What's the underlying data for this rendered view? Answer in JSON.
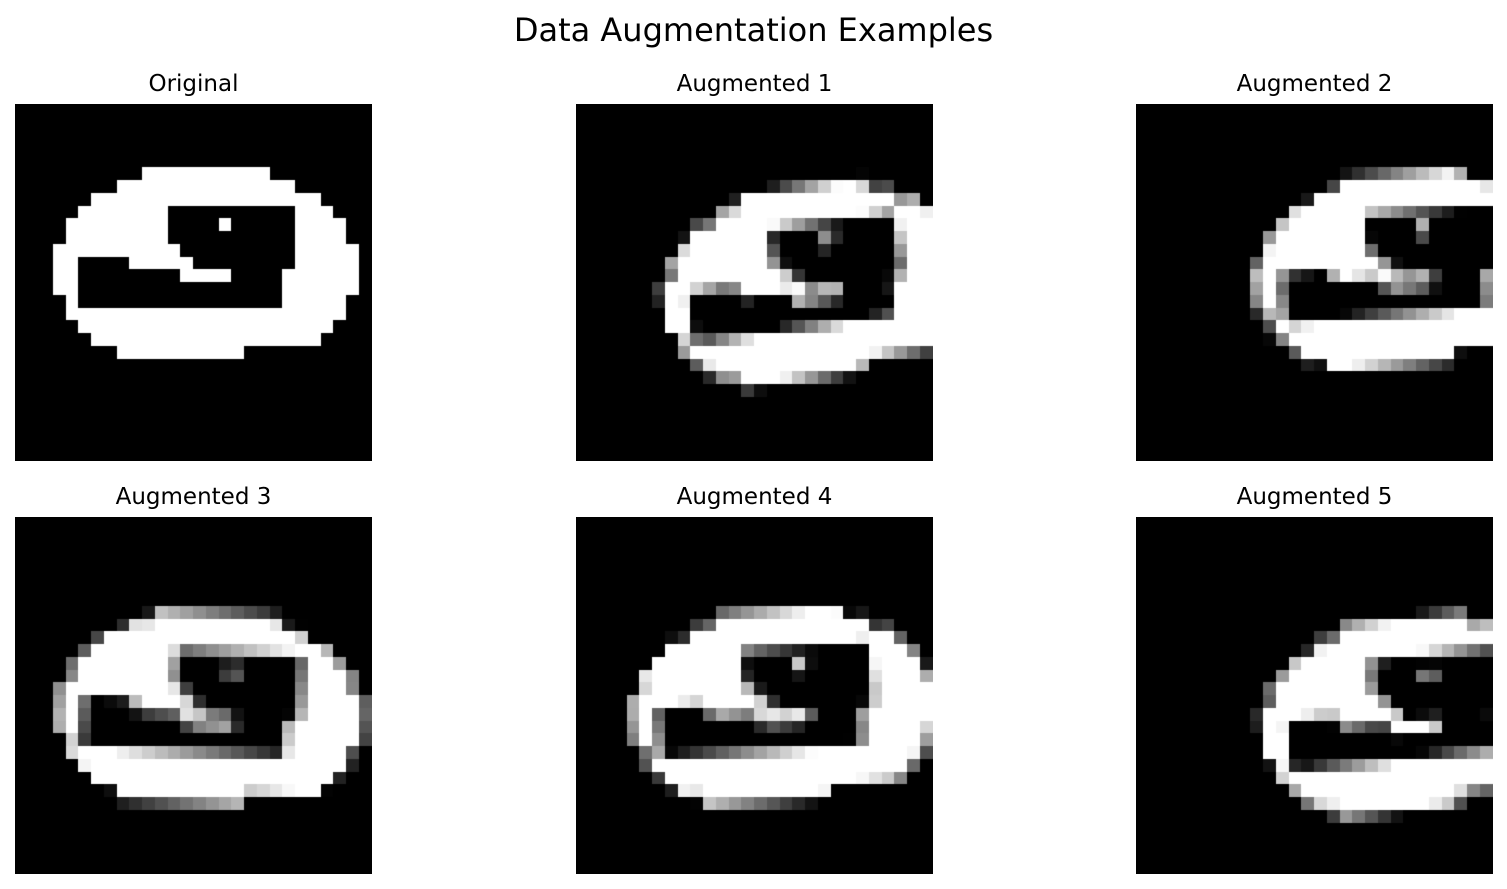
{
  "figure": {
    "title": "Data Augmentation Examples",
    "colormap": "gray",
    "grid_size": 28,
    "panels": [
      {
        "title": "Original",
        "variant": "original"
      },
      {
        "title": "Augmented 1",
        "variant": "rot-shift-right"
      },
      {
        "title": "Augmented 2",
        "variant": "rot-shift-right-2"
      },
      {
        "title": "Augmented 3",
        "variant": "slight-rot"
      },
      {
        "title": "Augmented 4",
        "variant": "slight-rot-down"
      },
      {
        "title": "Augmented 5",
        "variant": "shift-up-right"
      }
    ]
  }
}
